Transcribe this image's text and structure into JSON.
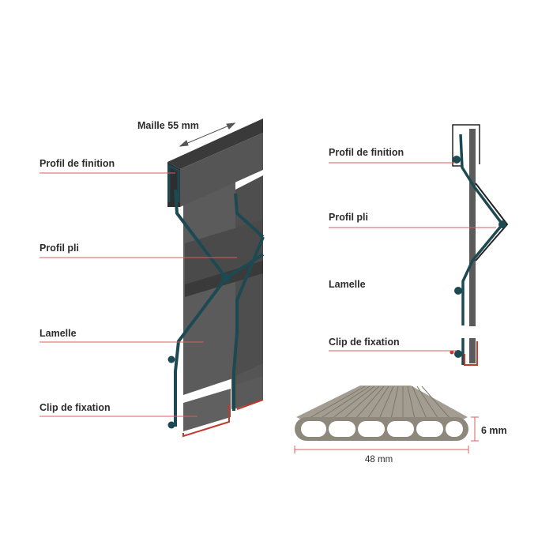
{
  "left_view": {
    "mesh_dimension": "Maille 55 mm",
    "labels": [
      "Profil de finition",
      "Profil pli",
      "Lamelle",
      "Clip de fixation"
    ]
  },
  "right_view": {
    "labels": [
      "Profil de finition",
      "Profil pli",
      "Lamelle",
      "Clip de fixation"
    ]
  },
  "slat_section": {
    "thickness": "6 mm",
    "width": "48 mm"
  },
  "colors": {
    "wire": "#1d4a52",
    "slat": "#5b5b5b",
    "slat_dark": "#3f3f3f",
    "leader": "#d4605f",
    "clip": "#c0392b",
    "section_fill": "#9b9488",
    "section_hole": "#ffffff"
  }
}
